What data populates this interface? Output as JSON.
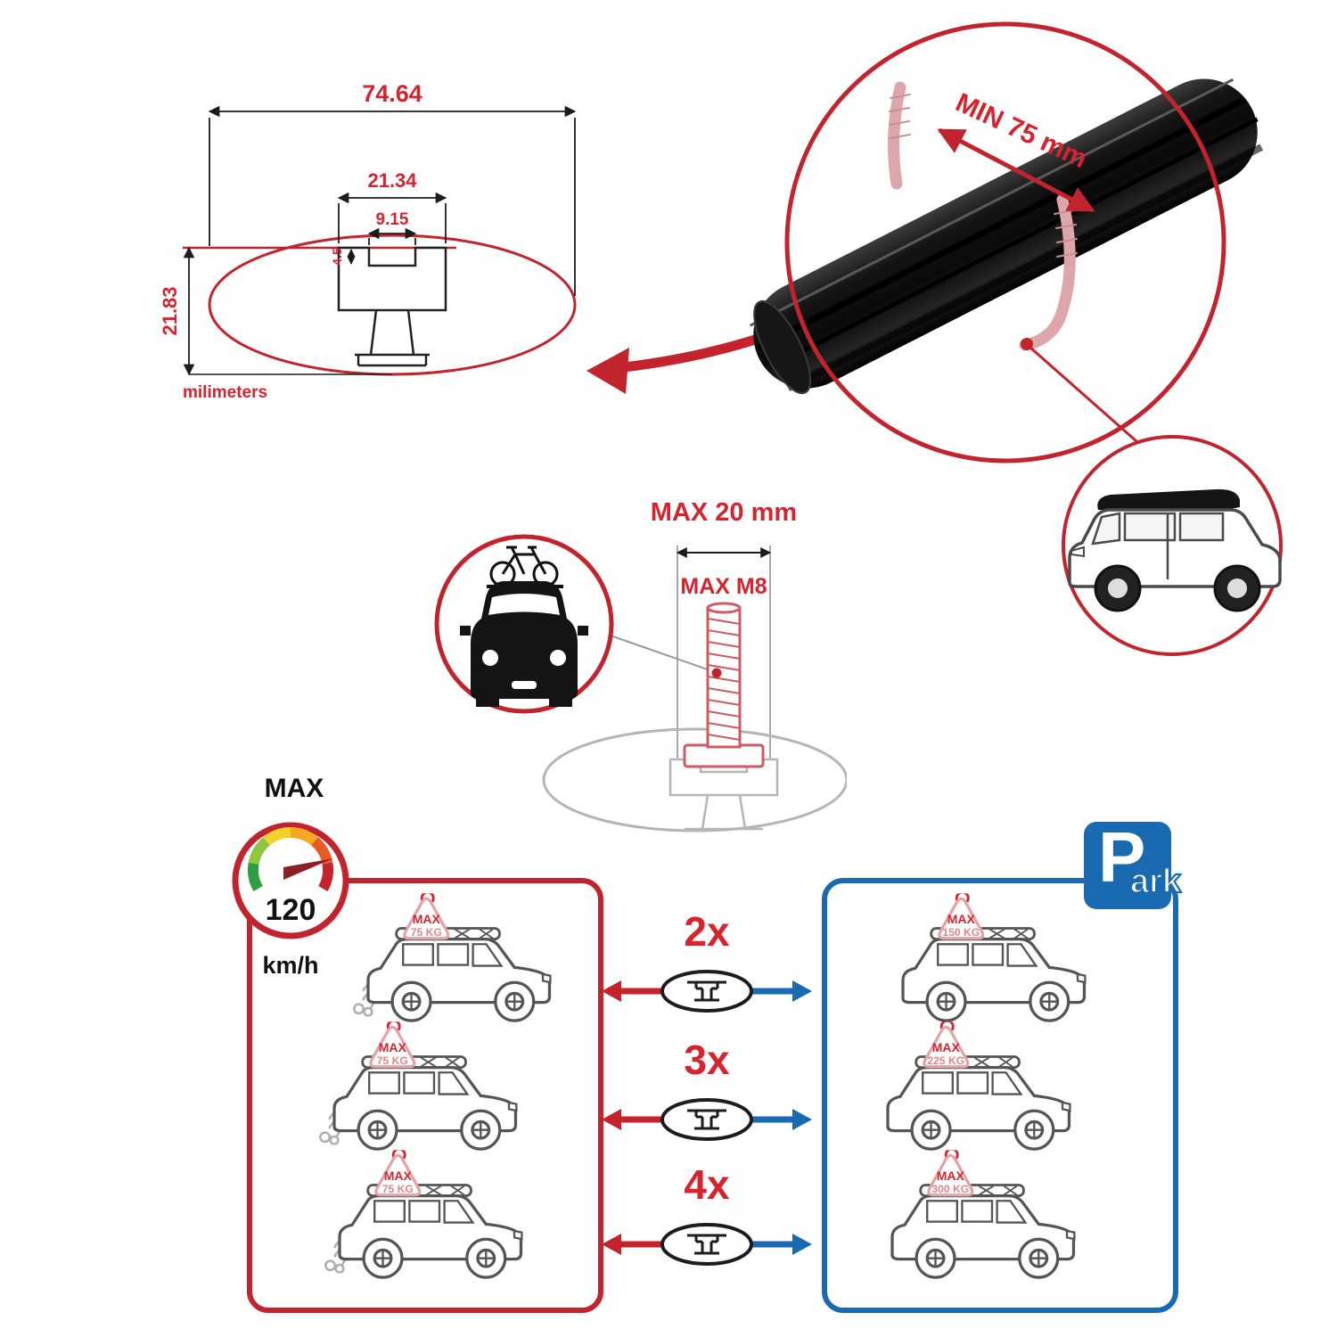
{
  "colors": {
    "red": "#c2232d",
    "text_red": "#d6232e",
    "blue": "#1a6ab2",
    "pink": "#e3a4a8",
    "black": "#1c1c1c",
    "gray": "#9c9c9c"
  },
  "dimension_diagram": {
    "total_width": "74.64",
    "channel_outer_width": "21.34",
    "slot_width": "9.15",
    "lip_depth": "4.5",
    "total_height": "21.83",
    "units": "milimeters"
  },
  "bar_view": {
    "min_span_label": "MIN 75 mm"
  },
  "bolt_view": {
    "max_width_label": "MAX 20 mm",
    "max_bolt_label": "MAX M8"
  },
  "speed_section": {
    "max_label": "MAX",
    "speed_value": "120",
    "speed_unit": "km/h",
    "cars": [
      {
        "badge_line1": "MAX",
        "badge_line2": "75 KG"
      },
      {
        "badge_line1": "MAX",
        "badge_line2": "75 KG"
      },
      {
        "badge_line1": "MAX",
        "badge_line2": "75 KG"
      }
    ]
  },
  "park_section": {
    "sign_p": "P",
    "sign_ark": "ark",
    "cars": [
      {
        "badge_line1": "MAX",
        "badge_line2": "150 KG"
      },
      {
        "badge_line1": "MAX",
        "badge_line2": "225 KG"
      },
      {
        "badge_line1": "MAX",
        "badge_line2": "300 KG"
      }
    ]
  },
  "multipliers": [
    {
      "label": "2x"
    },
    {
      "label": "3x"
    },
    {
      "label": "4x"
    }
  ]
}
